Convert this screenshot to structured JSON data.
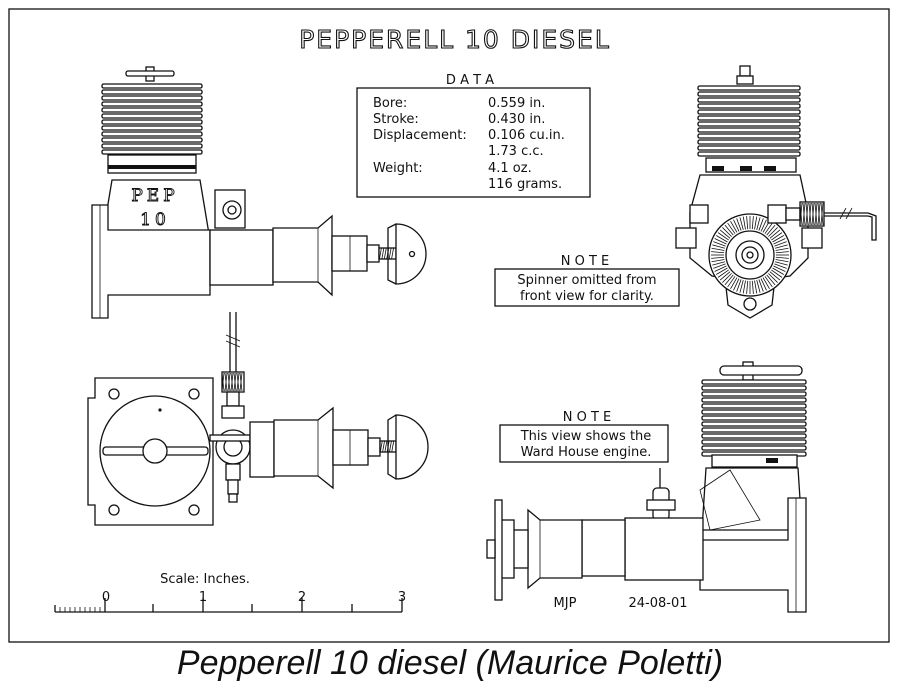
{
  "title": "PEPPERELL 10 DIESEL",
  "data_box": {
    "heading": "D A T A",
    "rows": [
      {
        "label": "Bore:",
        "value": "0.559  in."
      },
      {
        "label": "Stroke:",
        "value": "0.430  in."
      },
      {
        "label": "Displacement:",
        "value": "0.106  cu.in."
      },
      {
        "label": "",
        "value": "1.73  c.c."
      },
      {
        "label": "Weight:",
        "value": "4.1  oz."
      },
      {
        "label": "",
        "value": "116  grams."
      }
    ]
  },
  "note1": {
    "heading": "N O T E",
    "lines": [
      "Spinner omitted from",
      "front view for clarity."
    ]
  },
  "note2": {
    "heading": "N O T E",
    "lines": [
      "This view shows the",
      "Ward House engine."
    ]
  },
  "crankcase_label": {
    "line1": "PEP",
    "line2": "10"
  },
  "scale": {
    "label": "Scale:  Inches.",
    "ticks": [
      "0",
      "1",
      "2",
      "3"
    ]
  },
  "signature": {
    "initials": "MJP",
    "date": "24-08-01"
  },
  "caption": "Pepperell 10 diesel (Maurice Poletti)"
}
